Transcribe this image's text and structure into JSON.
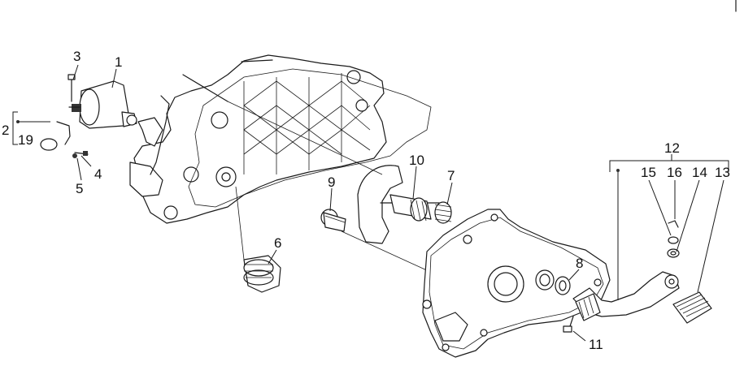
{
  "diagram": {
    "callouts": [
      {
        "id": "1",
        "text": "1"
      },
      {
        "id": "2",
        "text": "2"
      },
      {
        "id": "3",
        "text": "3"
      },
      {
        "id": "4",
        "text": "4"
      },
      {
        "id": "5",
        "text": "5"
      },
      {
        "id": "6",
        "text": "6"
      },
      {
        "id": "7",
        "text": "7"
      },
      {
        "id": "8",
        "text": "8"
      },
      {
        "id": "9",
        "text": "9"
      },
      {
        "id": "10",
        "text": "10"
      },
      {
        "id": "11",
        "text": "11"
      },
      {
        "id": "12",
        "text": "12"
      },
      {
        "id": "13",
        "text": "13"
      },
      {
        "id": "14",
        "text": "14"
      },
      {
        "id": "15",
        "text": "15"
      },
      {
        "id": "16",
        "text": "16"
      },
      {
        "id": "19",
        "text": "19"
      }
    ]
  }
}
